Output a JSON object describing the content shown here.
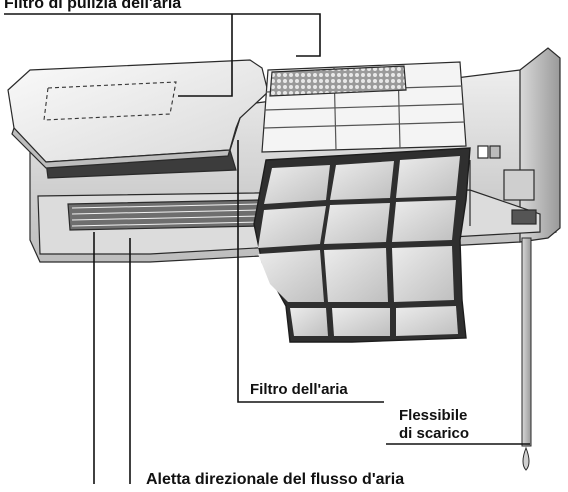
{
  "labels": {
    "cleaning_filter": "Filtro di pulizia dell'aria",
    "air_filter": "Filtro dell'aria",
    "drain_hose_line1": "Flessibile",
    "drain_hose_line2": "di scarico",
    "louver": "Aletta direzionale del flusso d'aria"
  },
  "colors": {
    "outline": "#2a2a2a",
    "body_light": "#e6e6e6",
    "body_mid": "#c8c8c8",
    "body_dark": "#8a8a8a",
    "filter_cell": "#d6d6d6",
    "filter_frame": "#4a4a4a"
  }
}
